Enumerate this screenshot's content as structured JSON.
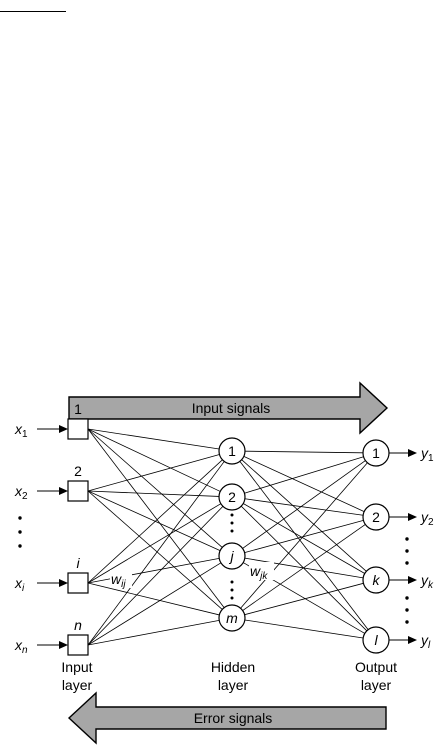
{
  "arrows": {
    "input_signals": "Input signals",
    "error_signals": "Error signals"
  },
  "input_layer": {
    "labels": [
      "1",
      "2",
      "i",
      "n"
    ],
    "inputs": [
      {
        "var": "x",
        "sub": "1"
      },
      {
        "var": "x",
        "sub": "2"
      },
      {
        "var": "x",
        "sub": "i"
      },
      {
        "var": "x",
        "sub": "n"
      }
    ],
    "caption": [
      "Input",
      "layer"
    ]
  },
  "hidden_layer": {
    "nodes": [
      "1",
      "2",
      "j",
      "m"
    ],
    "caption": [
      "Hidden",
      "layer"
    ]
  },
  "output_layer": {
    "nodes": [
      "1",
      "2",
      "k",
      "l"
    ],
    "outputs": [
      {
        "var": "y",
        "sub": "1"
      },
      {
        "var": "y",
        "sub": "2"
      },
      {
        "var": "y",
        "sub": "k"
      },
      {
        "var": "y",
        "sub": "l"
      }
    ],
    "caption": [
      "Output",
      "layer"
    ]
  },
  "weights": {
    "w_ij": {
      "var": "w",
      "sub": "ij"
    },
    "w_jk": {
      "var": "w",
      "sub": "jk"
    }
  },
  "colors": {
    "arrow_fill": "#a6a6a6",
    "stroke": "#000000",
    "background": "#ffffff"
  }
}
